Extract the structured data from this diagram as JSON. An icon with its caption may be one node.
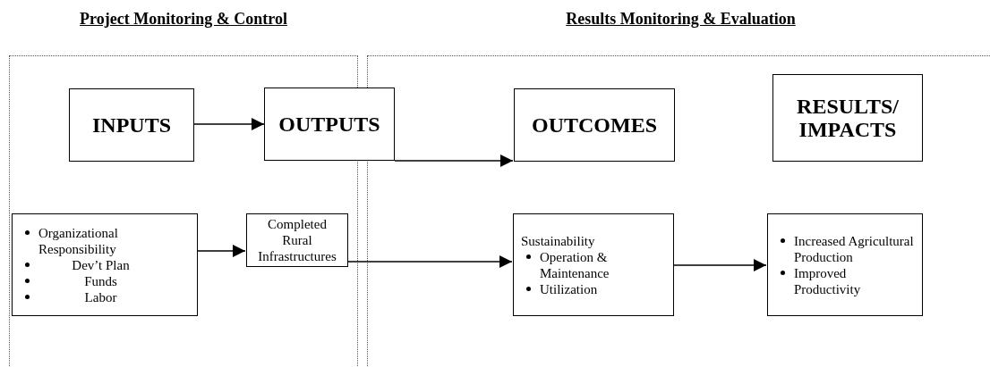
{
  "diagram": {
    "nodes": [
      {
        "text": [
          "Project Monitoring & Control"
        ]
      },
      {
        "text": [
          "Results Monitoring & Evaluation"
        ]
      },
      {
        "text": [
          "INPUTS"
        ],
        "in": 0
      },
      {
        "text": [
          "OUTPUTS"
        ]
      },
      {
        "text": [
          "OUTCOMES"
        ],
        "in": 1
      },
      {
        "text": [
          "RESULTS/ IMPACTS"
        ],
        "in": 1
      },
      {
        "text": [
          "Organizational Responsibility",
          "Dev’t Plan",
          "Funds",
          "Labor"
        ],
        "in": 0
      },
      {
        "text": [
          "Completed Rural Infrastructures"
        ],
        "in": 0
      },
      {
        "text": [
          "Sustainability",
          "Operation & Maintenance",
          "Utilization"
        ],
        "in": 1
      },
      {
        "text": [
          "Increased Agricultural Production",
          "Improved Productivity"
        ],
        "in": 1
      }
    ],
    "edges": [
      {
        "from": 2,
        "to": 3,
        "arrow": "to"
      },
      {
        "from": 3,
        "to": 4,
        "arrow": "to"
      },
      {
        "from": 6,
        "to": 7,
        "arrow": "to"
      },
      {
        "from": 7,
        "to": 8,
        "arrow": "to"
      },
      {
        "from": 8,
        "to": 9,
        "arrow": "to"
      }
    ]
  }
}
